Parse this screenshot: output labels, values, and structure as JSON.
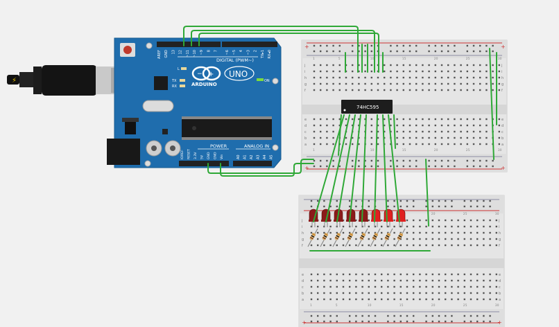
{
  "arduino": {
    "brand": "ARDUINO",
    "model": "UNO",
    "digital_label": "DIGITAL (PWM~)",
    "power_label": "POWER",
    "analog_label": "ANALOG IN",
    "on_label": "ON",
    "l_label": "L",
    "tx_label": "TX",
    "rx_label": "RX",
    "top_pins": [
      "AREF",
      "GND",
      "13",
      "12",
      "~11",
      "~10",
      "~9",
      "8",
      "7",
      "~6",
      "~5",
      "4",
      "~3",
      "2",
      "TX▸1",
      "RX◂0"
    ],
    "power_pins": [
      "IOREF",
      "RESET",
      "3.3V",
      "5V",
      "GND",
      "GND",
      "Vin"
    ],
    "analog_pins": [
      "A0",
      "A1",
      "A2",
      "A3",
      "A4",
      "A5"
    ]
  },
  "chip": {
    "label": "74HC595"
  },
  "breadboard": {
    "row_letters_top": [
      "j",
      "i",
      "h",
      "g",
      "f"
    ],
    "row_letters_bottom": [
      "e",
      "d",
      "c",
      "b",
      "a"
    ],
    "column_numbers": [
      "1",
      "5",
      "10",
      "15",
      "20",
      "25",
      "30"
    ],
    "plus": "+",
    "minus": "-"
  },
  "leds": {
    "count": 8,
    "colors": [
      "#8b1a1a",
      "#8b1a1a",
      "#8b1a1a",
      "#8b1a1a",
      "#8b1a1a",
      "#e02020",
      "#e02020",
      "#e02020"
    ]
  },
  "colors": {
    "wire": "#2ea836",
    "board_blue": "#2a6fa8",
    "breadboard": "#e6e6e6",
    "rail_red": "#d33",
    "rail_blue": "#336"
  }
}
